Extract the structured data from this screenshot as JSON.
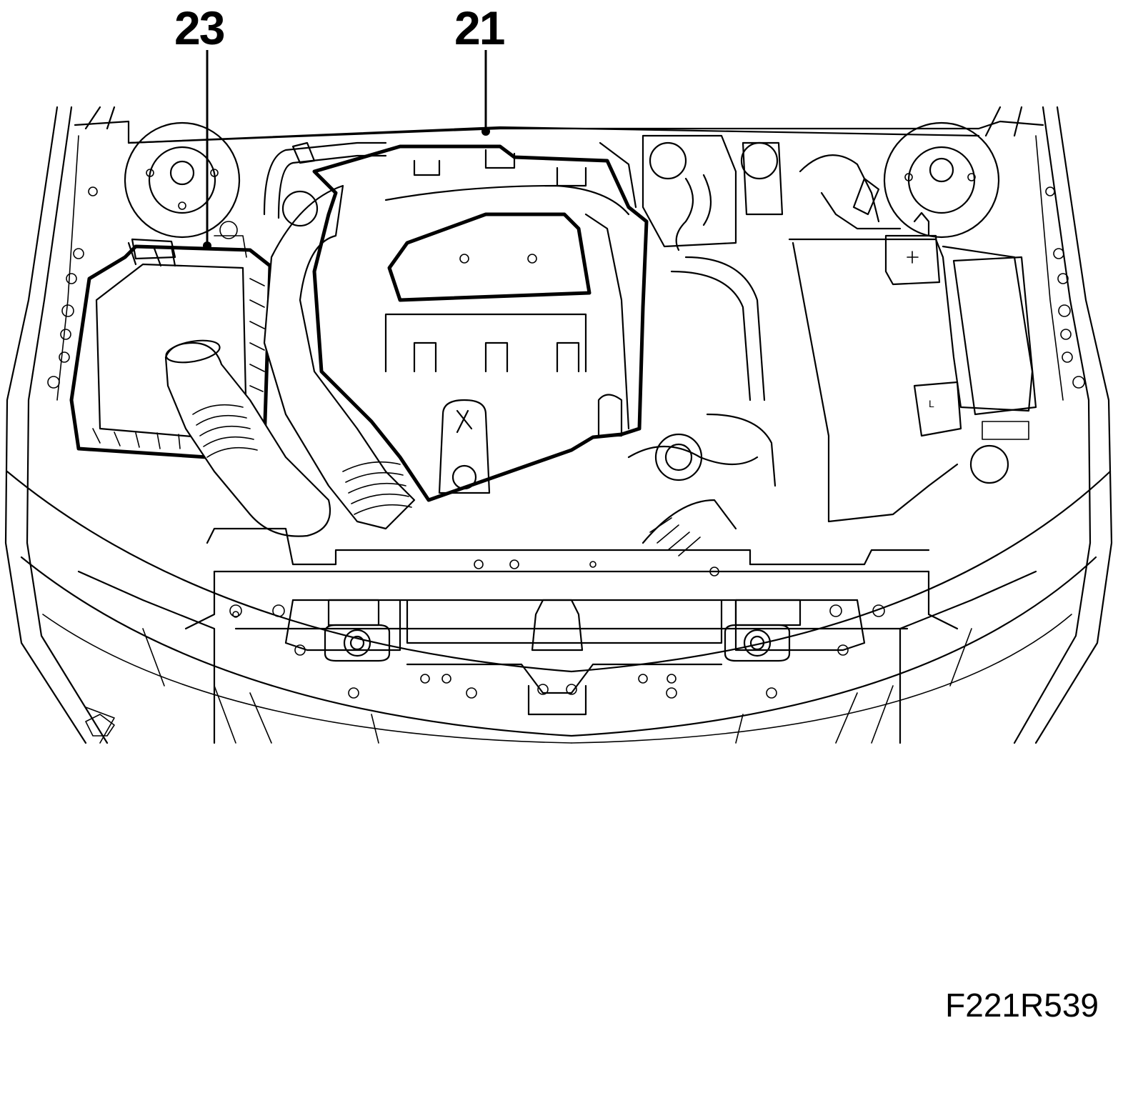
{
  "callouts": [
    {
      "id": "23",
      "label": "23",
      "target": "air-filter-housing"
    },
    {
      "id": "21",
      "label": "21",
      "target": "engine-cover"
    }
  ],
  "figure_code": "F221R539",
  "colors": {
    "line": "#000000",
    "background": "#ffffff"
  }
}
